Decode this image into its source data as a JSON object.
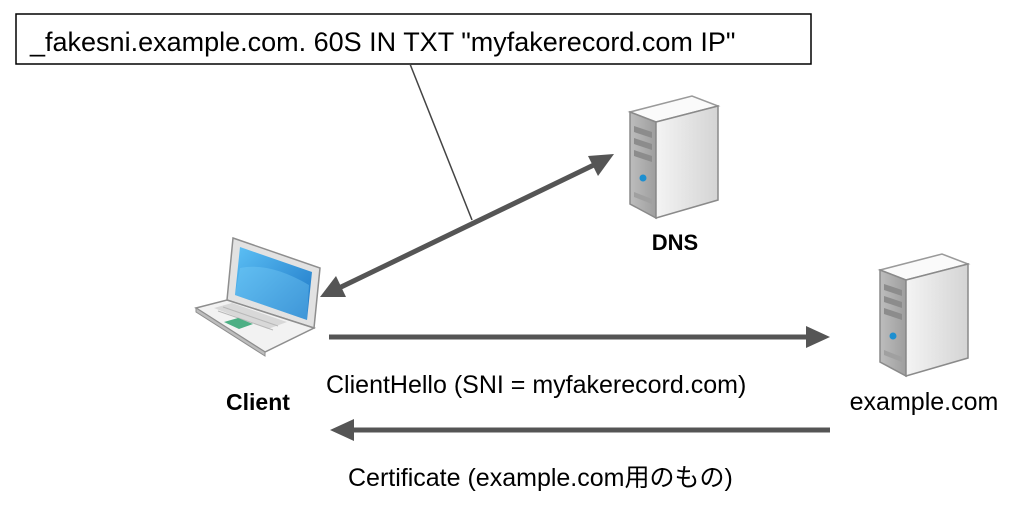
{
  "callout": {
    "text": "_fakesni.example.com. 60S IN TXT \"myfakerecord.com IP\""
  },
  "nodes": {
    "dns": {
      "label": "DNS",
      "icon": "server-icon"
    },
    "client": {
      "label": "Client",
      "icon": "laptop-icon"
    },
    "server": {
      "label": "example.com",
      "icon": "server-icon"
    }
  },
  "messages": {
    "client_hello": "ClientHello (SNI = myfakerecord.com)",
    "certificate": "Certificate (example.com用のもの)"
  },
  "colors": {
    "arrow": "#555555",
    "callout_border": "#000000",
    "leader_line": "#444444",
    "laptop_screen": "#2a8fd6",
    "laptop_key": "#4caf84",
    "server_body": "#e6e6e6",
    "server_indicator": "#1d8fd0"
  }
}
